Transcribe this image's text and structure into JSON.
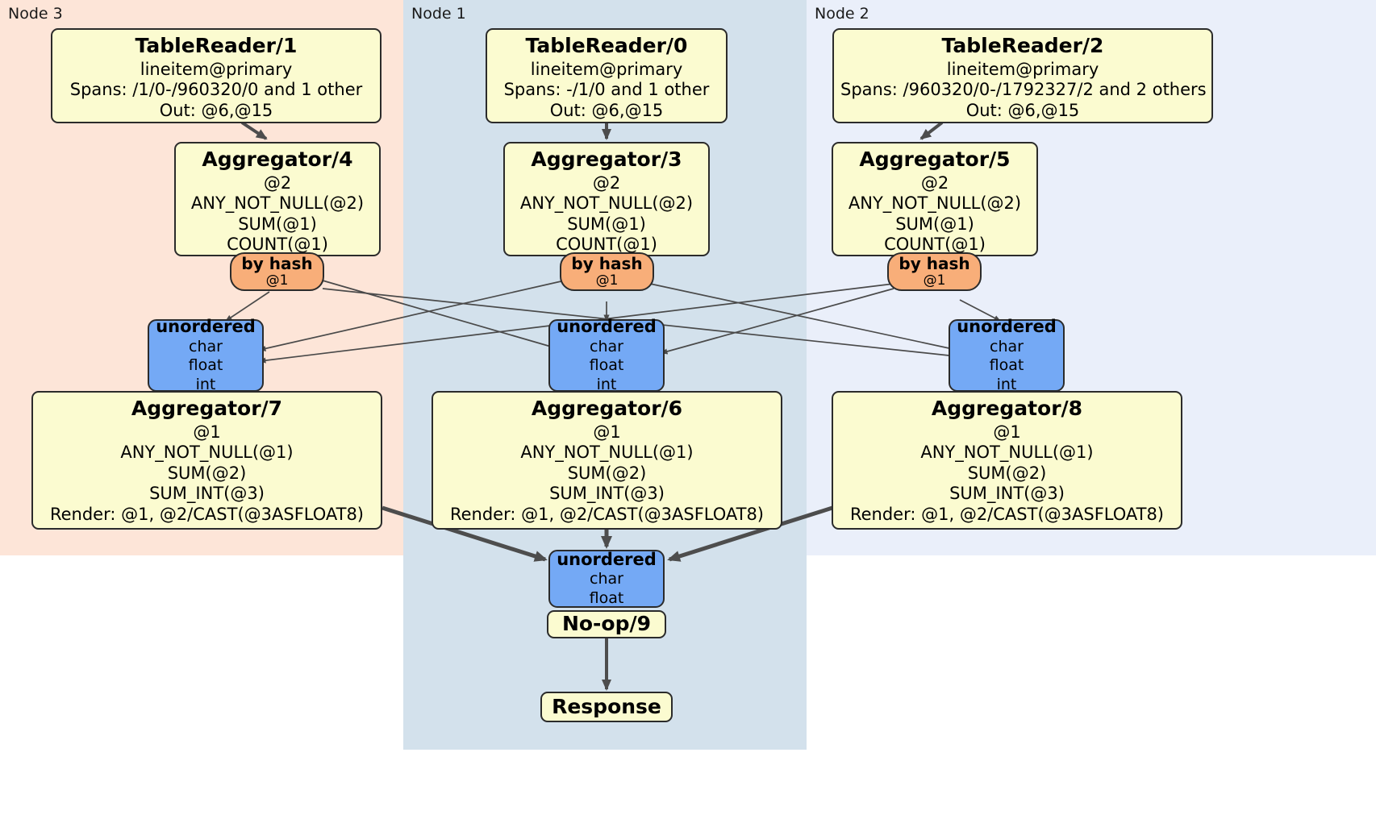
{
  "diagram": {
    "kind": "distsql-flow-diagram",
    "colors": {
      "node3_panel": "#fde5d8",
      "node1_panel": "#d3e1ec",
      "node2_panel": "#eaeffa",
      "processor_fill": "#fbfbd0",
      "router_fill": "#f8ae79",
      "receiver_fill": "#74a9f5",
      "edge": "#4d4d4d",
      "border": "#2b2b2b"
    }
  },
  "panels": [
    {
      "id": "node3",
      "label": "Node 3"
    },
    {
      "id": "node1",
      "label": "Node 1"
    },
    {
      "id": "node2",
      "label": "Node 2"
    }
  ],
  "table_readers": [
    {
      "title": "TableReader/1",
      "table": "lineitem@primary",
      "spans": "Spans: /1/0-/960320/0 and 1 other",
      "out": "Out: @6,@15"
    },
    {
      "title": "TableReader/0",
      "table": "lineitem@primary",
      "spans": "Spans: -/1/0 and 1 other",
      "out": "Out: @6,@15"
    },
    {
      "title": "TableReader/2",
      "table": "lineitem@primary",
      "spans": "Spans: /960320/0-/1792327/2 and 2 others",
      "out": "Out: @6,@15"
    }
  ],
  "local_aggregators": [
    {
      "title": "Aggregator/4",
      "group": "@2",
      "agg1": "ANY_NOT_NULL(@2)",
      "agg2": "SUM(@1)",
      "agg3": "COUNT(@1)"
    },
    {
      "title": "Aggregator/3",
      "group": "@2",
      "agg1": "ANY_NOT_NULL(@2)",
      "agg2": "SUM(@1)",
      "agg3": "COUNT(@1)"
    },
    {
      "title": "Aggregator/5",
      "group": "@2",
      "agg1": "ANY_NOT_NULL(@2)",
      "agg2": "SUM(@1)",
      "agg3": "COUNT(@1)"
    }
  ],
  "routers": [
    {
      "title": "by hash",
      "col": "@1"
    },
    {
      "title": "by hash",
      "col": "@1"
    },
    {
      "title": "by hash",
      "col": "@1"
    }
  ],
  "receivers": [
    {
      "title": "unordered",
      "t1": "char",
      "t2": "float",
      "t3": "int"
    },
    {
      "title": "unordered",
      "t1": "char",
      "t2": "float",
      "t3": "int"
    },
    {
      "title": "unordered",
      "t1": "char",
      "t2": "float",
      "t3": "int"
    }
  ],
  "final_aggregators": [
    {
      "title": "Aggregator/7",
      "group": "@1",
      "agg1": "ANY_NOT_NULL(@1)",
      "agg2": "SUM(@2)",
      "agg3": "SUM_INT(@3)",
      "render": "Render: @1, @2/CAST(@3ASFLOAT8)"
    },
    {
      "title": "Aggregator/6",
      "group": "@1",
      "agg1": "ANY_NOT_NULL(@1)",
      "agg2": "SUM(@2)",
      "agg3": "SUM_INT(@3)",
      "render": "Render: @1, @2/CAST(@3ASFLOAT8)"
    },
    {
      "title": "Aggregator/8",
      "group": "@1",
      "agg1": "ANY_NOT_NULL(@1)",
      "agg2": "SUM(@2)",
      "agg3": "SUM_INT(@3)",
      "render": "Render: @1, @2/CAST(@3ASFLOAT8)"
    }
  ],
  "final_receiver": {
    "title": "unordered",
    "t1": "char",
    "t2": "float"
  },
  "noop": {
    "title": "No-op/9"
  },
  "response": {
    "title": "Response"
  }
}
